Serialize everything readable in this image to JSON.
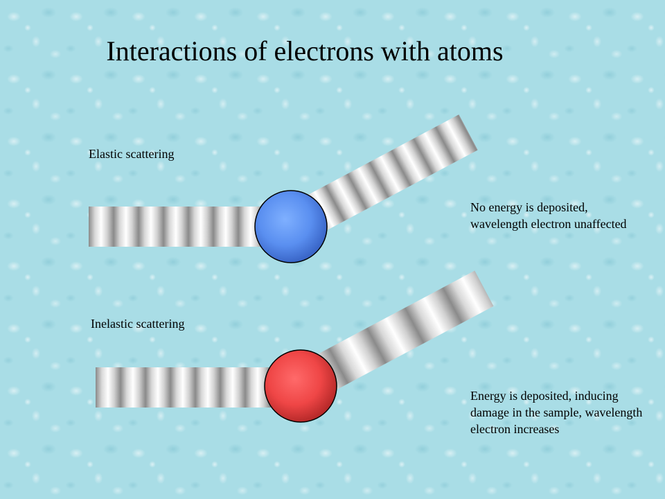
{
  "title": "Interactions of electrons with atoms",
  "elastic": {
    "label": "Elastic scattering",
    "description": "No energy is deposited, wavelength electron unaffected",
    "atom_color": "#5b8ff0"
  },
  "inelastic": {
    "label": "Inelastic scattering",
    "description": "Energy is deposited, inducing damage in the sample, wavelength electron increases",
    "atom_color": "#f04848"
  },
  "background_color": "#a9dde6"
}
